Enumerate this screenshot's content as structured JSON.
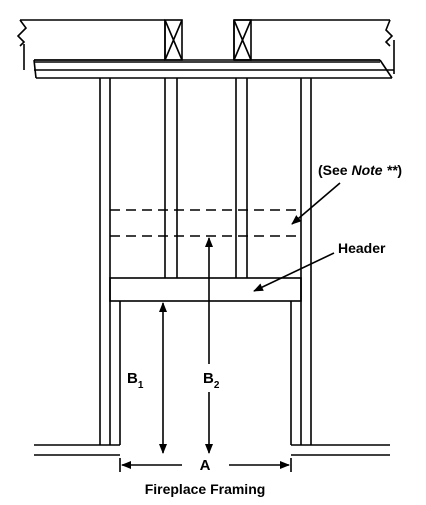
{
  "diagram": {
    "caption": "Fireplace Framing",
    "labels": {
      "see_note_prefix": "(See ",
      "see_note_italic": "Note **",
      "see_note_suffix": ")",
      "header": "Header",
      "a": "A",
      "b1_main": "B",
      "b1_sub": "1",
      "b2_main": "B",
      "b2_sub": "2"
    }
  }
}
